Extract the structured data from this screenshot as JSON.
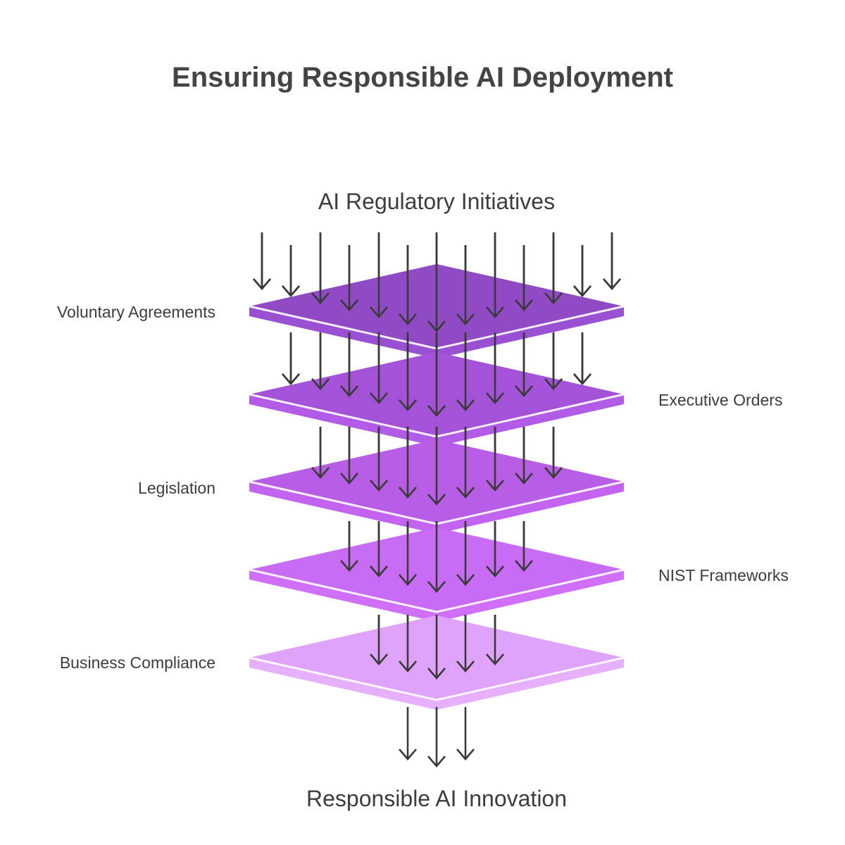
{
  "title": "Ensuring Responsible AI Deployment",
  "top_label": "AI Regulatory Initiatives",
  "bottom_label": "Responsible AI Innovation",
  "layers": [
    {
      "label": "Voluntary Agreements",
      "side": "left",
      "color_top": "#8f4ac4",
      "color_side": "#9a50d2"
    },
    {
      "label": "Executive Orders",
      "side": "right",
      "color_top": "#a452d8",
      "color_side": "#b15be6"
    },
    {
      "label": "Legislation",
      "side": "left",
      "color_top": "#b85ee6",
      "color_side": "#c264f0"
    },
    {
      "label": "NIST Frameworks",
      "side": "right",
      "color_top": "#c96cf5",
      "color_side": "#d070fa"
    },
    {
      "label": "Business Compliance",
      "side": "left",
      "color_top": "#e0a3fb",
      "color_side": "#e6b0fd"
    }
  ],
  "arrow_color": "#3a3a3a"
}
